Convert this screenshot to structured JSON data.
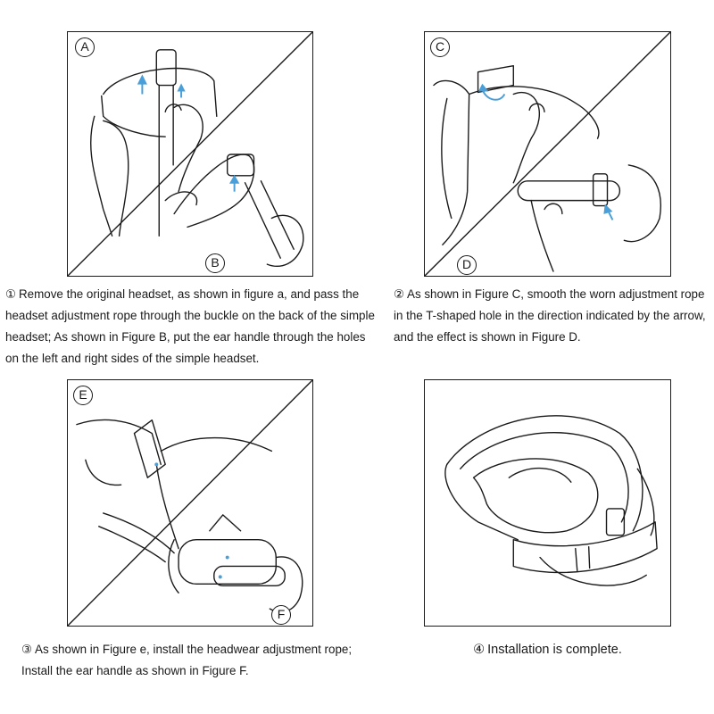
{
  "colors": {
    "line": "#1a1a1a",
    "arrow": "#4a9fd8",
    "background": "#ffffff"
  },
  "panels": {
    "top_left": {
      "badge_a": "A",
      "badge_b": "B"
    },
    "top_right": {
      "badge_a": "C",
      "badge_b": "D"
    },
    "bottom_left": {
      "badge_a": "E",
      "badge_b": "F"
    },
    "bottom_right": {}
  },
  "steps": [
    {
      "num": "①",
      "text": "Remove the original headset, as shown in figure a, and pass the headset adjustment rope through the buckle on the back of the simple headset; As shown in Figure B, put the ear handle through the holes on the left and right sides of the simple headset."
    },
    {
      "num": "②",
      "text": "As shown in Figure C, smooth the worn adjustment rope in the T-shaped hole in the direction indicated by the arrow, and the effect is shown in Figure D."
    },
    {
      "num": "③",
      "text": "As shown in Figure e, install the headwear adjustment rope; Install the ear handle as shown in Figure F."
    },
    {
      "num": "④",
      "text": "Installation is complete."
    }
  ]
}
